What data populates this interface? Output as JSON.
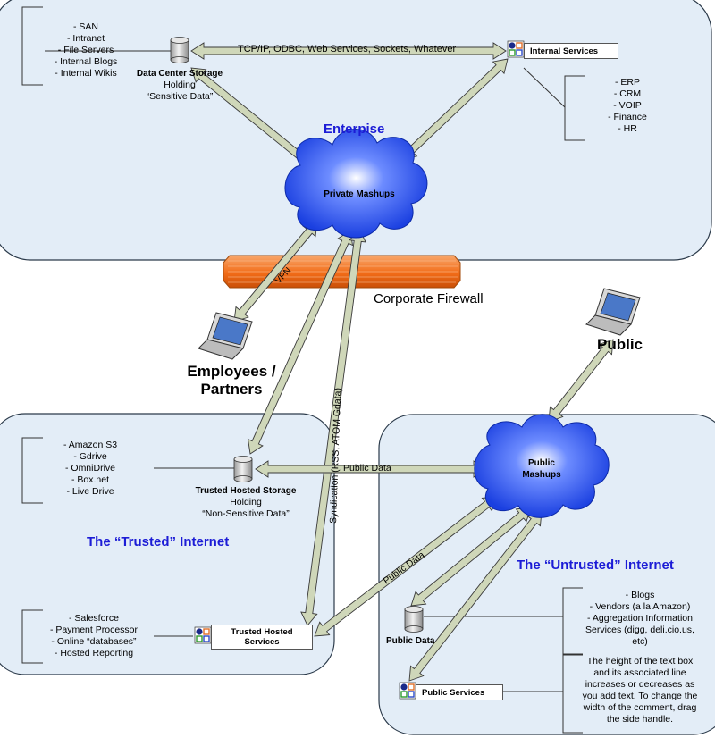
{
  "zones": {
    "enterprise": "Enterpise",
    "trusted": "The “Trusted” Internet",
    "untrusted": "The “Untrusted” Internet"
  },
  "links": {
    "tcp": "TCP/IP, ODBC, Web Services, Sockets, Whatever",
    "vpn": "VPN",
    "syndication": "Syndication (RSS, ATOM Gdata)",
    "public_data_h": "Public Data",
    "public_data_diag": "Public Data"
  },
  "nodes": {
    "dc_storage": {
      "title": "Data Center Storage",
      "line2": "Holding",
      "line3": "“Sensitive Data”"
    },
    "internal_services": "Internal Services",
    "private_mashups": "Private Mashups",
    "firewall": "Corporate Firewall",
    "employees": [
      "Employees /",
      "Partners"
    ],
    "public": "Public",
    "trusted_storage": {
      "title": "Trusted Hosted Storage",
      "line2": "Holding",
      "line3": "“Non-Sensitive Data”"
    },
    "public_mashups": [
      "Public",
      "Mashups"
    ],
    "trusted_services": [
      "Trusted Hosted",
      "Services"
    ],
    "public_data": "Public Data",
    "public_services": "Public Services"
  },
  "lists": {
    "enterprise_storage": [
      "- SAN",
      "- Intranet",
      "- File Servers",
      "- Internal Blogs",
      "- Internal Wikis"
    ],
    "internal_services": [
      "- ERP",
      "- CRM",
      "- VOIP",
      "- Finance",
      "- HR"
    ],
    "trusted_storage": [
      "- Amazon S3",
      "- Gdrive",
      "- OmniDrive",
      "- Box.net",
      "- Live Drive"
    ],
    "trusted_services": [
      "- Salesforce",
      "- Payment Processor",
      "- Online “databases”",
      "- Hosted Reporting"
    ],
    "public_data": [
      "- Blogs",
      "- Vendors (a la Amazon)",
      "- Aggregation Information",
      "Services (digg, deli.cio.us,",
      "etc)"
    ],
    "comment": [
      "The height of the text box",
      "and its associated line",
      "increases or decreases as",
      "you add text. To change the",
      "width of the comment, drag",
      "the side handle."
    ]
  },
  "colors": {
    "zone_fill": "#e3edf7",
    "zone_stroke": "#2b3a4a",
    "arrow": "#cfd7b9",
    "cloud": "#1a44e8",
    "firewall": "#f26c18",
    "zone_title": "#1c1cd6"
  }
}
